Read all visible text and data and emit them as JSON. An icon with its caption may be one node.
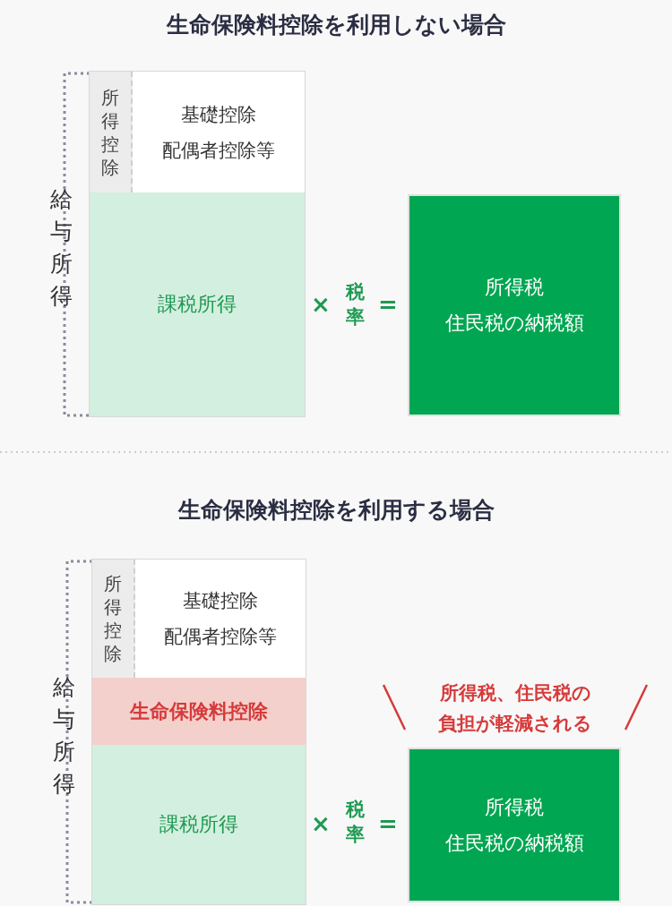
{
  "diagram": {
    "nodes": [
      {
        "text": [
          "所得控除"
        ]
      },
      {
        "text": [
          "基礎控除",
          "配偶者控除等"
        ]
      },
      {
        "text": [
          "課税所得"
        ]
      },
      {
        "text": [
          "所得税",
          "住民税の納税額"
        ]
      },
      {
        "text": [
          "所得控除"
        ]
      },
      {
        "text": [
          "基礎控除",
          "配偶者控除等"
        ]
      },
      {
        "text": [
          "生命保険料控除"
        ]
      },
      {
        "text": [
          "課税所得"
        ]
      },
      {
        "text": [
          "所得税",
          "住民税の納税額"
        ]
      }
    ],
    "edges": [],
    "labels": [
      "生命保険料控除を**利用しない**場合",
      "給与所得",
      "×",
      "税率",
      "=",
      "生命保険料控除を**利用する**場合",
      "給与所得",
      "所得税、住民税の負担が軽減される",
      "×",
      "税率",
      "="
    ]
  }
}
